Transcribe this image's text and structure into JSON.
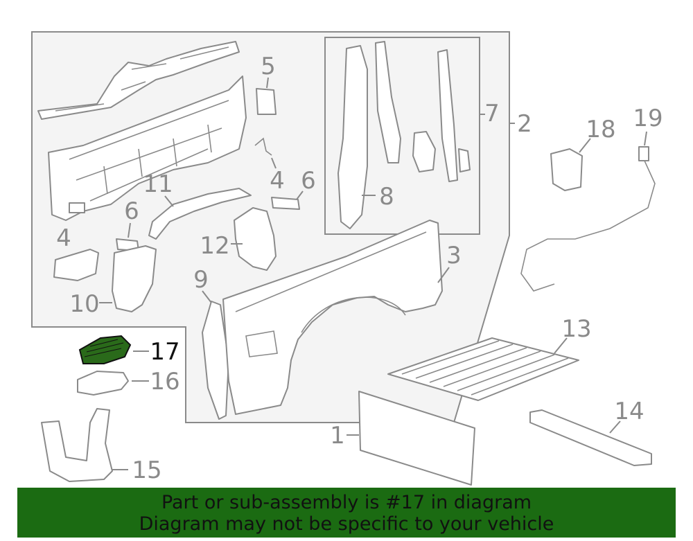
{
  "colors": {
    "highlight_part": "#2a6a1a",
    "banner_bg": "#1b6b12",
    "line": "#8a8a8a",
    "panel_bg": "#f4f4f4"
  },
  "callouts": {
    "c1": "1",
    "c2": "2",
    "c3": "3",
    "c4a": "4",
    "c4b": "4",
    "c5": "5",
    "c6a": "6",
    "c6b": "6",
    "c7": "7",
    "c8": "8",
    "c9": "9",
    "c10": "10",
    "c11": "11",
    "c12": "12",
    "c13": "13",
    "c14": "14",
    "c15": "15",
    "c16": "16",
    "c17": "17",
    "c18": "18",
    "c19": "19"
  },
  "banner": {
    "line1": "Part or sub-assembly is #17 in diagram",
    "line2": "Diagram may not be specific to your vehicle"
  }
}
